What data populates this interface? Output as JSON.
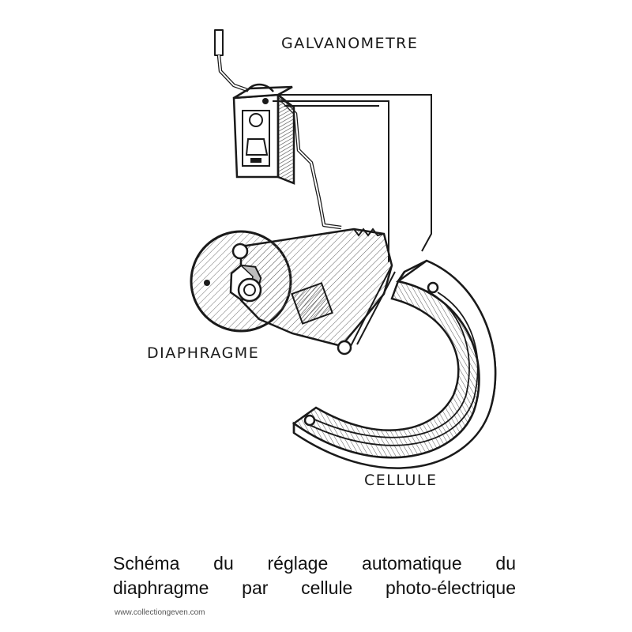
{
  "labels": {
    "galvanometer": "GALVANOMETRE",
    "diaphragm": "DIAPHRAGME",
    "cell": "CELLULE"
  },
  "caption": {
    "line1": "Schéma du réglage automatique du",
    "line2": "diaphragme par cellule photo-électrique"
  },
  "watermark": "www.collectiongeven.com",
  "colors": {
    "ink": "#1a1a1a",
    "paper": "#ffffff",
    "hatch": "#6a6a6a"
  }
}
